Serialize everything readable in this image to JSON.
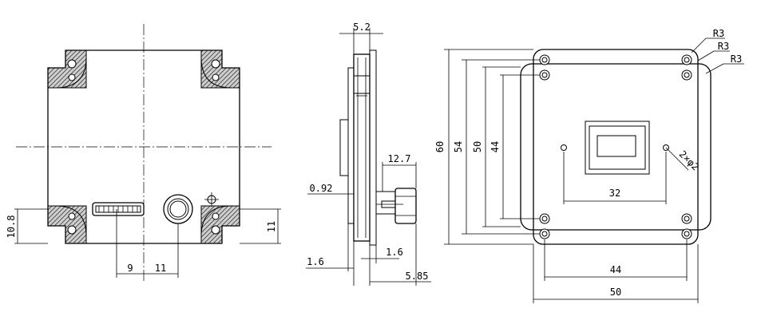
{
  "front_view": {
    "dims": {
      "height_10_8": "10.8",
      "offset_9": "9",
      "offset_11_h": "11",
      "offset_11_v": "11"
    }
  },
  "side_view": {
    "dims": {
      "top_5_2": "5.2",
      "conn_12_7": "12.7",
      "gap_0_92": "0.92",
      "bottom_1_6_left": "1.6",
      "bottom_1_6_right": "1.6",
      "bottom_5_85": "5.85"
    }
  },
  "back_view": {
    "dims": {
      "radius_1": "R3",
      "radius_2": "R3",
      "radius_3": "R3",
      "height_60": "60",
      "height_54": "54",
      "height_50": "50",
      "height_44": "44",
      "hole_spacing_32": "32",
      "hole_callout": "2×φ2",
      "width_44": "44",
      "width_50": "50"
    }
  },
  "colors": {
    "line": "#000000",
    "hatch": "#555555",
    "background": "#ffffff"
  }
}
